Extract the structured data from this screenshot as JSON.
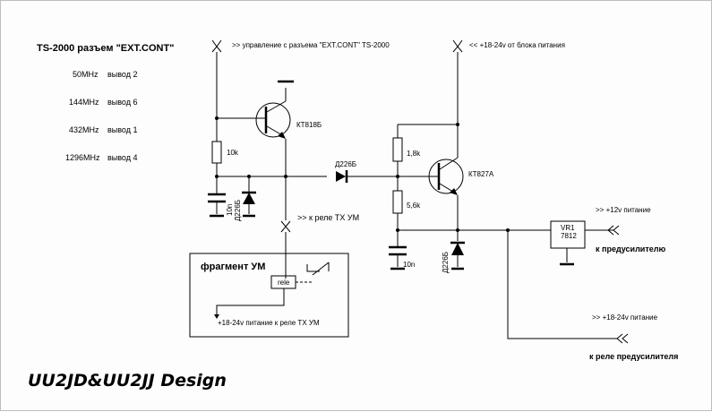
{
  "title": "TS-2000 разъем \"EXT.CONT\"",
  "bands": [
    {
      "freq": "50MHz",
      "pin": "вывод 2"
    },
    {
      "freq": "144MHz",
      "pin": "вывод 6"
    },
    {
      "freq": "432MHz",
      "pin": "вывод 1"
    },
    {
      "freq": "1296MHz",
      "pin": "вывод 4"
    }
  ],
  "labels": {
    "control_in": ">> управление с разъема \"EXT.CONT\" TS-2000",
    "power_in": "<< +18-24v от блока питания",
    "relay_tx": ">> к реле ТХ УМ",
    "plus12": ">> +12v питание",
    "to_preamp": "к предусилителю",
    "plus18_supply": ">> +18-24v питание",
    "to_preamp_relay": "к реле предусилителя",
    "fragment_title": "фрагмент УМ",
    "relay_name": "rele",
    "fragment_supply": "+18-24v питание к реле ТХ УМ",
    "design": "UU2JD&UU2JJ Design"
  },
  "components": {
    "q1": "КТ818Б",
    "q2": "КТ827А",
    "r1": "10k",
    "r2": "1,8k",
    "r3": "5,6k",
    "c1": "10n",
    "c2": "10n",
    "d_series": "Д226Б",
    "d1": "Д226Б",
    "d2": "Д226Б",
    "vr_name": "VR1",
    "vr_type": "7812"
  }
}
